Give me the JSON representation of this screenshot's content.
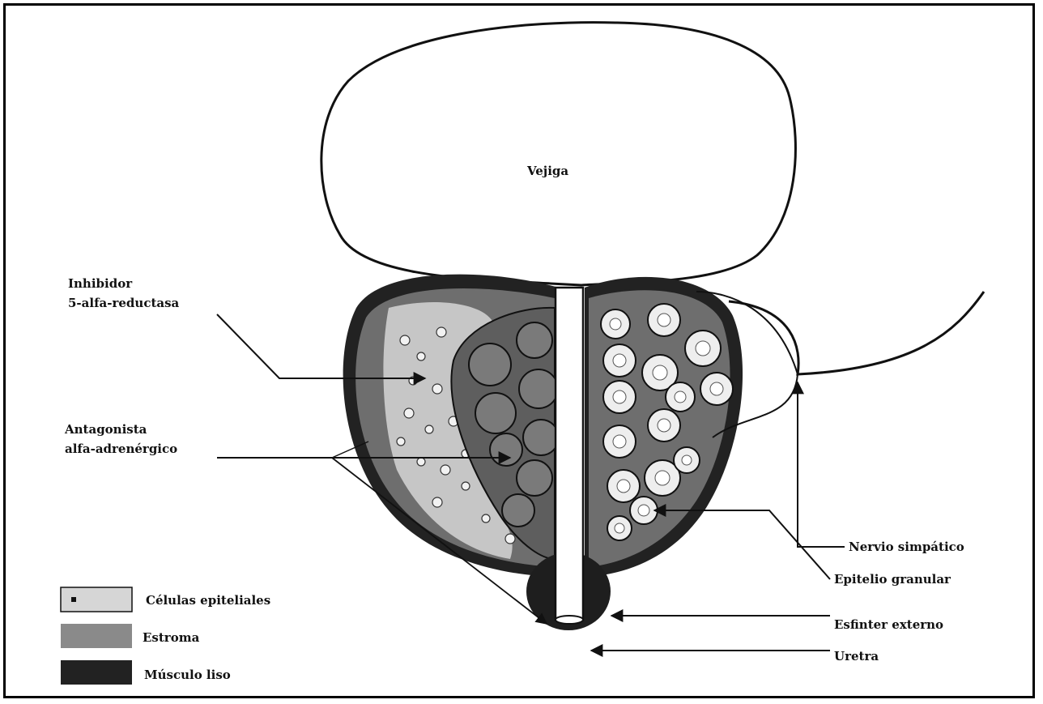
{
  "labels": {
    "bladder": "Vejiga",
    "inhibitor_line1": "Inhibidor",
    "inhibitor_line2": "5-alfa-reductasa",
    "antagonist_line1": "Antagonista",
    "antagonist_line2": "alfa-adrenérgico",
    "nerve": "Nervio simpático",
    "granular": "Epitelio granular",
    "sphincter": "Esfinter externo",
    "urethra": "Uretra"
  },
  "legend": [
    {
      "label": "Células epiteliales",
      "color": "#d6d6d6"
    },
    {
      "label": "Estroma",
      "color": "#8a8a8a"
    },
    {
      "label": "Músculo liso",
      "color": "#222222"
    }
  ]
}
